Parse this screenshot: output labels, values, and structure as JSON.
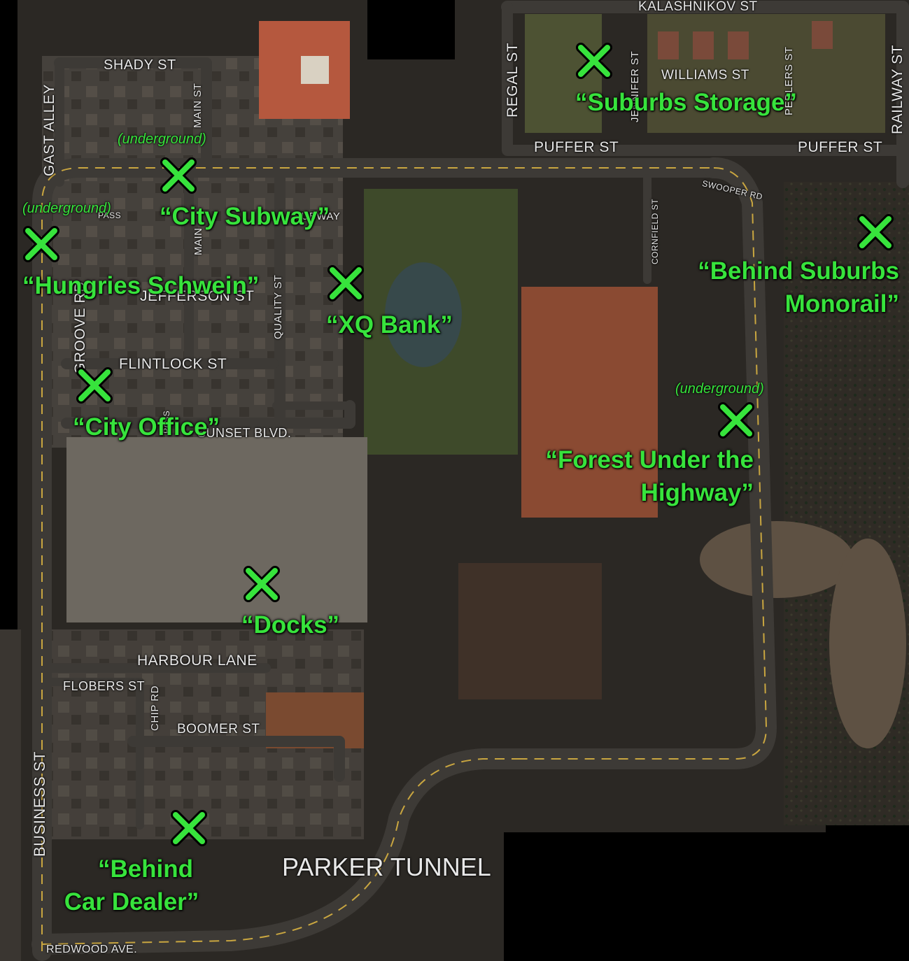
{
  "colors": {
    "road": "#3d3a36",
    "road_line": "#c9a640",
    "marker": "#37e33c",
    "label": "#37e33c",
    "street_text": "#e8e8e8"
  },
  "streets": {
    "kalashnikov": "KALASHNIKOV ST",
    "shady": "SHADY ST",
    "main_top": "MAIN ST",
    "gast_alley": "GAST ALLEY",
    "regal": "REGAL ST",
    "jennifer": "JENNIFER ST",
    "williams": "WILLIAMS ST",
    "peddlers": "PEDLERS ST",
    "railway": "RAILWAY ST",
    "puffer_left": "PUFFER ST",
    "puffer_right": "PUFFER ST",
    "swooper": "SWOOPER RD",
    "cornfield": "CORNFIELD ST",
    "pass": "PASS",
    "subway_partial": "SUBWAY",
    "main_mid": "MAIN",
    "quality": "QUALITY ST",
    "jefferson": "JEFFERSON ST",
    "groove": "GROOVE RD",
    "flintlock": "FLINTLOCK ST",
    "sunset": "SUNSET BLVD.",
    "pass_lower": "PASS",
    "harbour": "HARBOUR LANE",
    "flobers": "FLOBERS ST",
    "chip": "CHIP RD",
    "boomer": "BOOMER ST",
    "business": "BUSINESS ST",
    "parker_tunnel": "PARKER TUNNEL",
    "redwood": "REDWOOD AVE."
  },
  "locations": {
    "suburbs_storage": "“Suburbs Storage”",
    "city_subway": "“City Subway”",
    "hungries_schwein": "“Hungries Schwein”",
    "xq_bank": "“XQ Bank”",
    "behind_suburbs_monorail_1": "“Behind Suburbs",
    "behind_suburbs_monorail_2": "Monorail”",
    "city_office": "“City Office”",
    "forest_under_highway_1": "“Forest Under the",
    "forest_under_highway_2": "Highway”",
    "docks": "“Docks”",
    "behind_car_dealer_1": "“Behind",
    "behind_car_dealer_2": "Car Dealer”"
  },
  "notes": {
    "subway_underground": "(underground)",
    "hungries_underground": "(underground)",
    "forest_underground": "(underground)"
  },
  "icons": {
    "marker": "x-mark-icon"
  }
}
